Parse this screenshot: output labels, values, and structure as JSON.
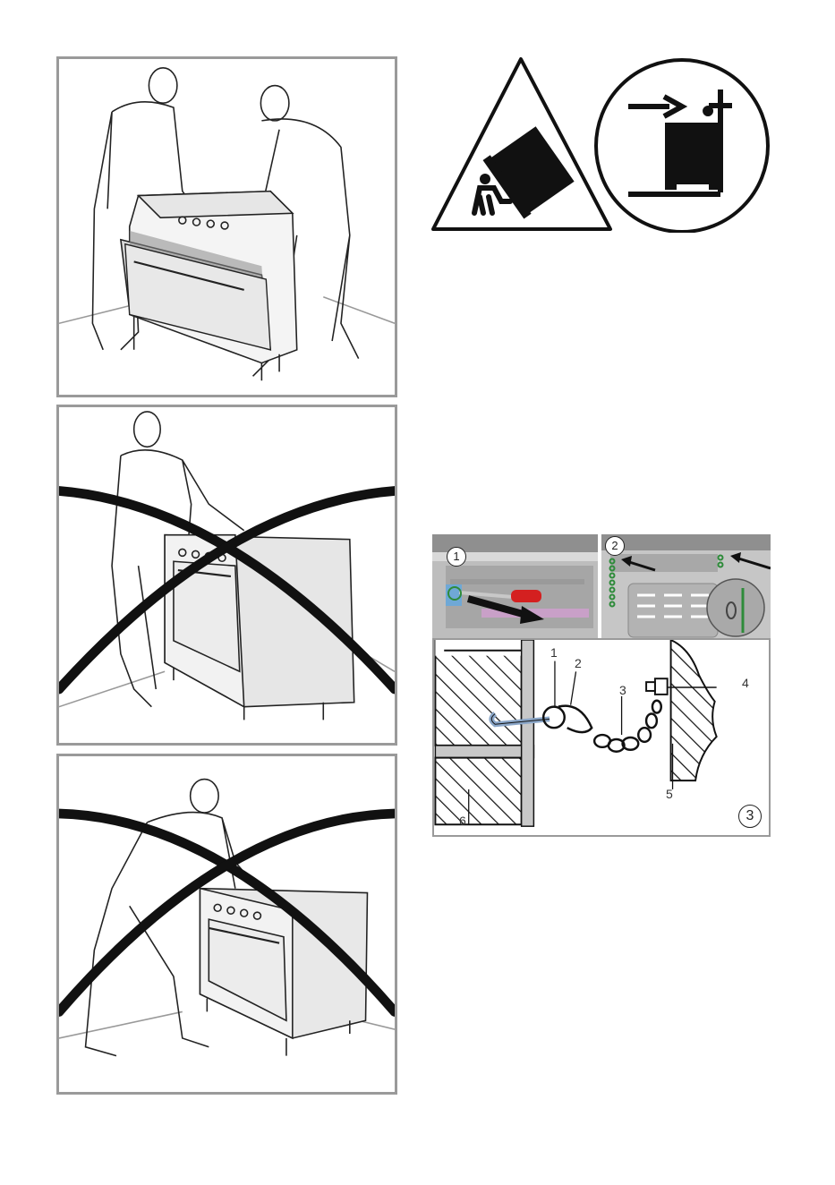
{
  "document": {
    "type": "appliance installation manual page",
    "left_column": [
      {
        "id": "carry-correct",
        "description": "two people lifting cooker by the sides"
      },
      {
        "id": "carry-wrong-1",
        "description": "one person lifting cooker by door handle - crossed out"
      },
      {
        "id": "carry-wrong-2",
        "description": "one person pushing cooker - crossed out"
      }
    ],
    "warning_icons": [
      "tip-over-warning-icon",
      "anti-tilt-bracket-icon"
    ],
    "steps": {
      "step1": "1",
      "step2": "2",
      "step3": "3"
    },
    "callouts": {
      "c1": "1",
      "c2": "2",
      "c3": "3",
      "c4": "4",
      "c5": "5",
      "c6": "6"
    }
  },
  "colors": {
    "frame": "#9a9a9a",
    "cross": "#111111",
    "screwdriver": "#d42020",
    "chain_green": "#2e8b3a"
  }
}
